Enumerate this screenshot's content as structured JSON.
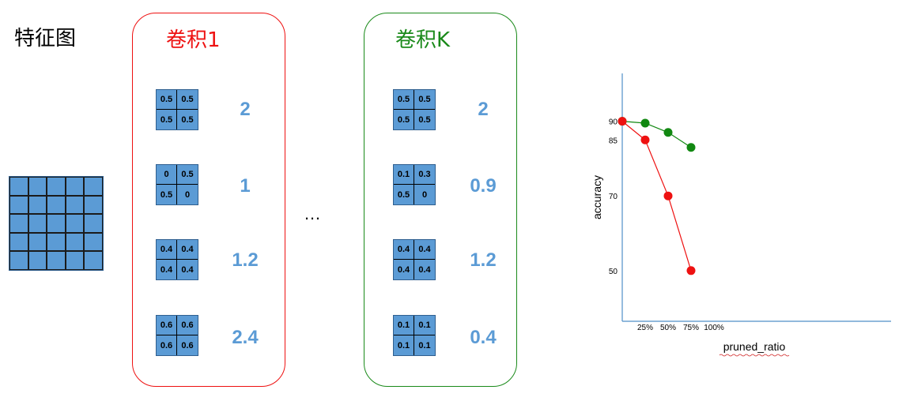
{
  "feature_map": {
    "title": "特征图"
  },
  "panels": [
    {
      "title": "卷积1",
      "color": "#ee1111",
      "kernels": [
        {
          "cells": [
            "0.5",
            "0.5",
            "0.5",
            "0.5"
          ],
          "score": "2"
        },
        {
          "cells": [
            "0",
            "0.5",
            "0.5",
            "0"
          ],
          "score": "1"
        },
        {
          "cells": [
            "0.4",
            "0.4",
            "0.4",
            "0.4"
          ],
          "score": "1.2"
        },
        {
          "cells": [
            "0.6",
            "0.6",
            "0.6",
            "0.6"
          ],
          "score": "2.4"
        }
      ]
    },
    {
      "title": "卷积K",
      "color": "#1a8a1a",
      "kernels": [
        {
          "cells": [
            "0.5",
            "0.5",
            "0.5",
            "0.5"
          ],
          "score": "2"
        },
        {
          "cells": [
            "0.1",
            "0.3",
            "0.5",
            "0"
          ],
          "score": "0.9"
        },
        {
          "cells": [
            "0.4",
            "0.4",
            "0.4",
            "0.4"
          ],
          "score": "1.2"
        },
        {
          "cells": [
            "0.1",
            "0.1",
            "0.1",
            "0.1"
          ],
          "score": "0.4"
        }
      ]
    }
  ],
  "ellipsis": "…",
  "chart_data": {
    "type": "line",
    "title": "",
    "xlabel": "pruned_ratio",
    "ylabel": "accuracy",
    "x_ticks": [
      "25%",
      "50%",
      "75%",
      "100%"
    ],
    "y_ticks": [
      "90",
      "85",
      "70",
      "50"
    ],
    "x": [
      0,
      25,
      50,
      75
    ],
    "series": [
      {
        "color": "#118811",
        "values": [
          90,
          89.5,
          87,
          83
        ]
      },
      {
        "color": "#ee1111",
        "values": [
          90,
          85,
          70,
          50
        ]
      }
    ]
  }
}
